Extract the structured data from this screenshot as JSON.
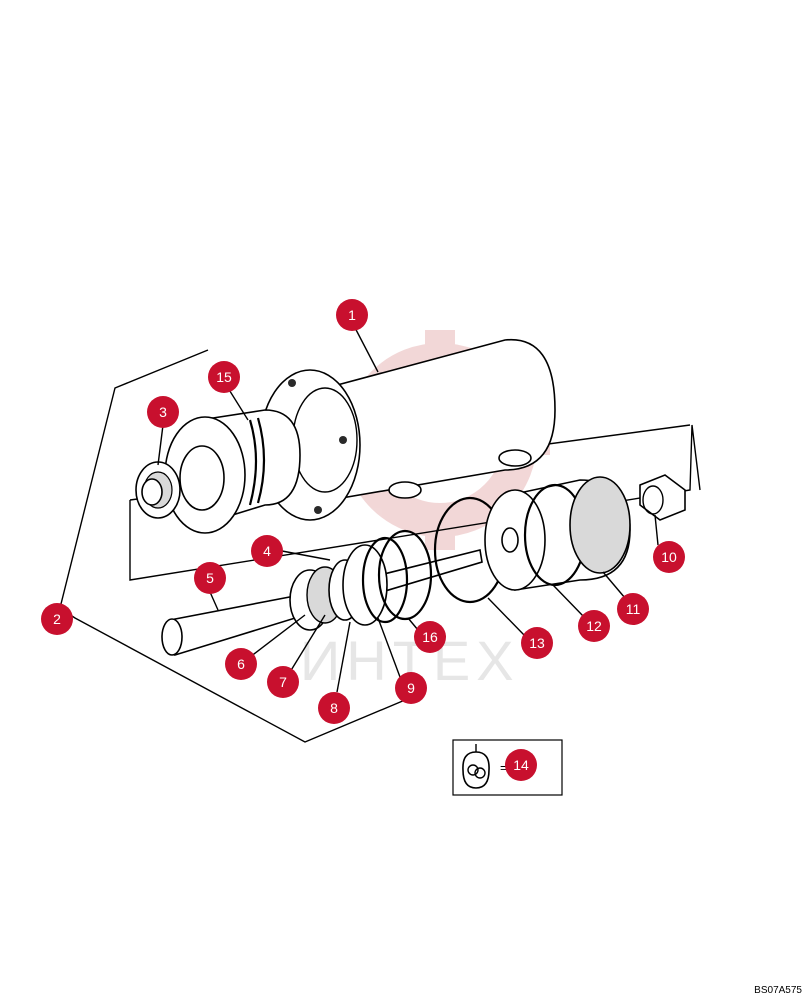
{
  "callouts": [
    "1",
    "2",
    "3",
    "4",
    "5",
    "6",
    "7",
    "8",
    "9",
    "10",
    "11",
    "12",
    "13",
    "14",
    "15",
    "16"
  ],
  "kit_separator": "=",
  "reference_code": "BS07A575",
  "watermark": "ИНТЕХ",
  "colors": {
    "callout": "#c8102e",
    "watermark": "#e8c4c4",
    "line": "#000000"
  }
}
